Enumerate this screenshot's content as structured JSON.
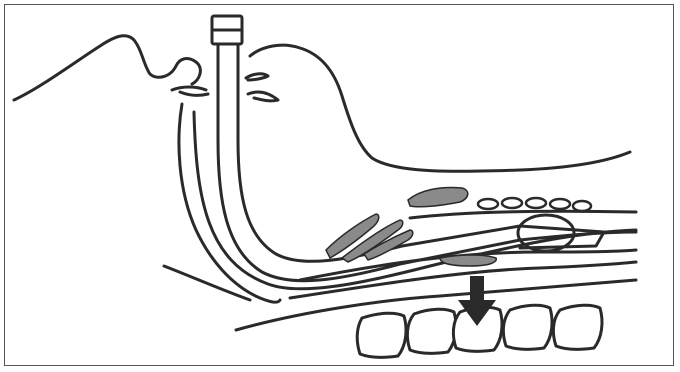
{
  "figure": {
    "title": "",
    "caption": ""
  },
  "colors": {
    "line": "#2a2a2a",
    "shaded_tissue": "#8a8a8a",
    "frame": "#555555",
    "arrow": "#2a2a2a",
    "background": "#ffffff"
  },
  "elements": {
    "face_profile": "outline",
    "endotracheal_tube": "outline",
    "tube_connector": "outline",
    "tongue": "outline",
    "trachea": "outline",
    "esophagus": "outline",
    "cervical_vertebrae_count": 5,
    "pressure_arrow": "down-arrow-icon"
  }
}
